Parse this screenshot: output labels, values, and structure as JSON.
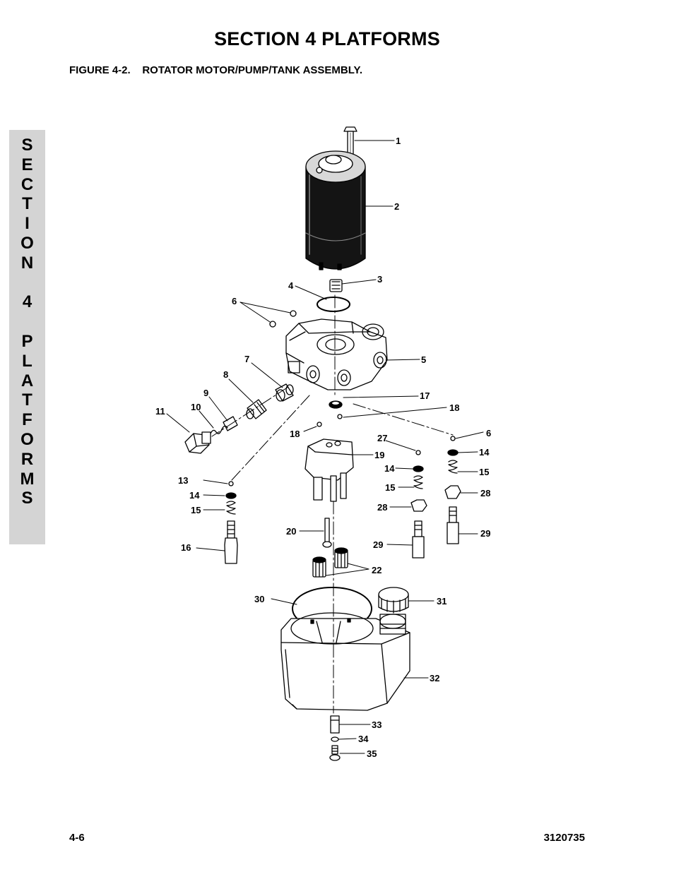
{
  "header": {
    "section_title": "SECTION 4  PLATFORMS",
    "figure_title": "FIGURE 4-2.    ROTATOR MOTOR/PUMP/TANK ASSEMBLY."
  },
  "side_tab": {
    "letters": [
      "S",
      "E",
      "C",
      "T",
      "I",
      "O",
      "N",
      " ",
      "4",
      " ",
      "P",
      "L",
      "A",
      "T",
      "F",
      "O",
      "R",
      "M",
      "S"
    ]
  },
  "diagram": {
    "callouts": [
      "1",
      "2",
      "3",
      "4",
      "5",
      "6",
      "6",
      "7",
      "8",
      "9",
      "10",
      "11",
      "13",
      "14",
      "14",
      "14",
      "15",
      "15",
      "15",
      "16",
      "17",
      "18",
      "18",
      "19",
      "20",
      "22",
      "27",
      "28",
      "28",
      "29",
      "29",
      "30",
      "31",
      "32",
      "33",
      "34",
      "35"
    ]
  },
  "footer": {
    "page_number": "4-6",
    "document_number": "3120735"
  }
}
